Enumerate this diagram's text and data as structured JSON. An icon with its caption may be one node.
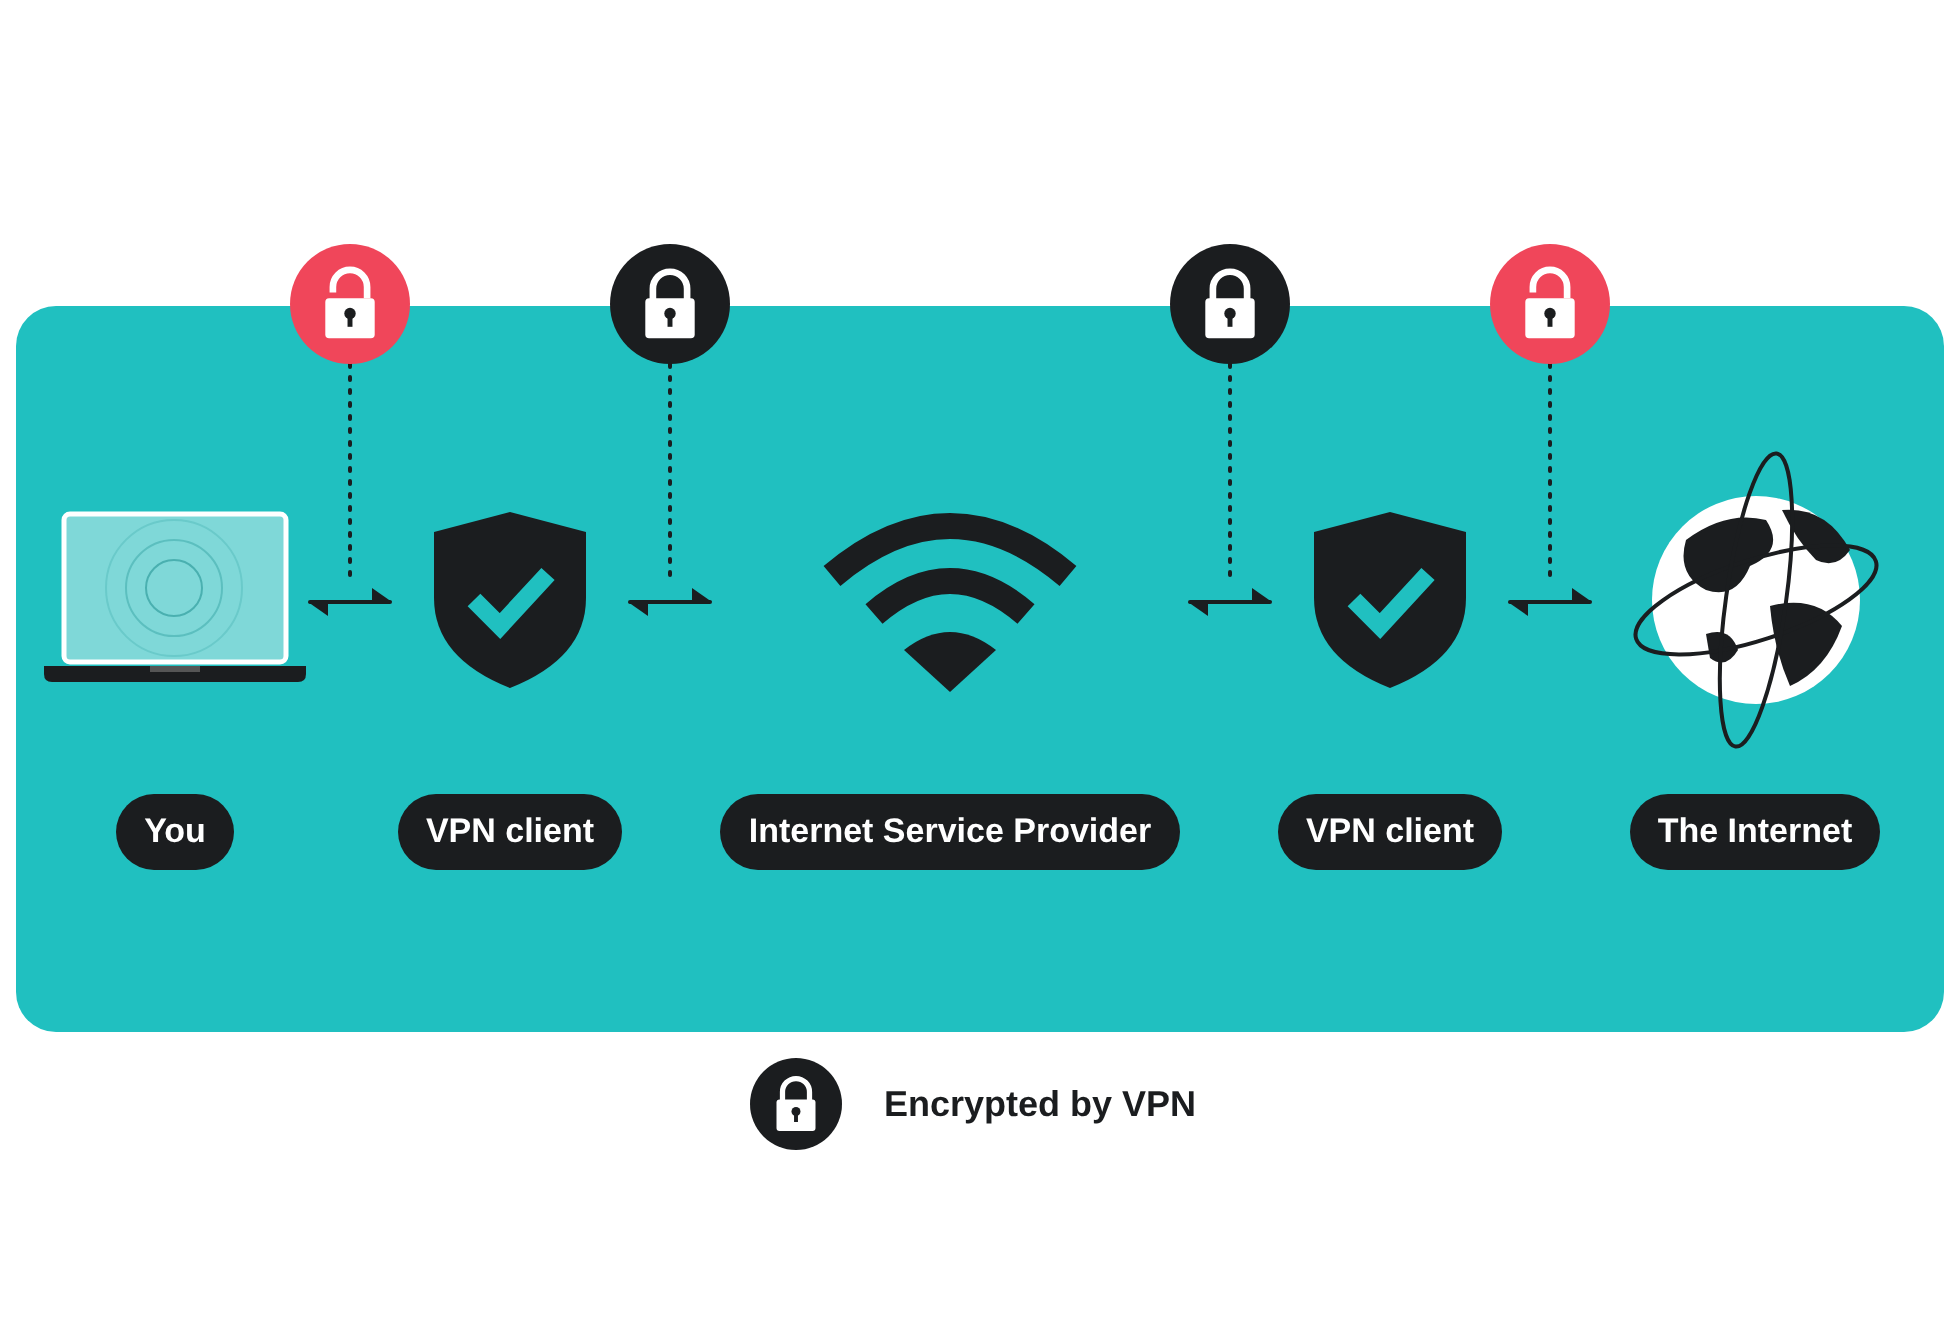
{
  "diagram": {
    "nodes": [
      {
        "text": [],
        "shape": "circle"
      },
      {
        "text": [],
        "shape": "circle"
      },
      {
        "text": [],
        "shape": "circle"
      },
      {
        "text": [],
        "shape": "circle"
      },
      {
        "text": [
          "You"
        ]
      },
      {
        "text": [
          "VPN client"
        ]
      },
      {
        "text": [
          "Internet Service Provider"
        ]
      },
      {
        "text": [
          "VPN client"
        ]
      },
      {
        "text": [
          "The Internet"
        ]
      }
    ],
    "edges": [
      {
        "from": 4,
        "to": 5,
        "arrow": "both"
      },
      {
        "from": 5,
        "to": 6,
        "arrow": "both"
      },
      {
        "from": 6,
        "to": 7,
        "arrow": "both"
      },
      {
        "from": 7,
        "to": 8,
        "arrow": "both"
      },
      {
        "from": 0,
        "to": null,
        "arrow": "none",
        "style": "dashed"
      },
      {
        "from": 1,
        "to": null,
        "arrow": "none",
        "style": "dashed"
      },
      {
        "from": 2,
        "to": null,
        "arrow": "none",
        "style": "dashed"
      },
      {
        "from": 3,
        "to": null,
        "arrow": "none",
        "style": "dashed"
      }
    ],
    "legend": [
      {
        "text": "Encrypted by VPN"
      }
    ]
  }
}
